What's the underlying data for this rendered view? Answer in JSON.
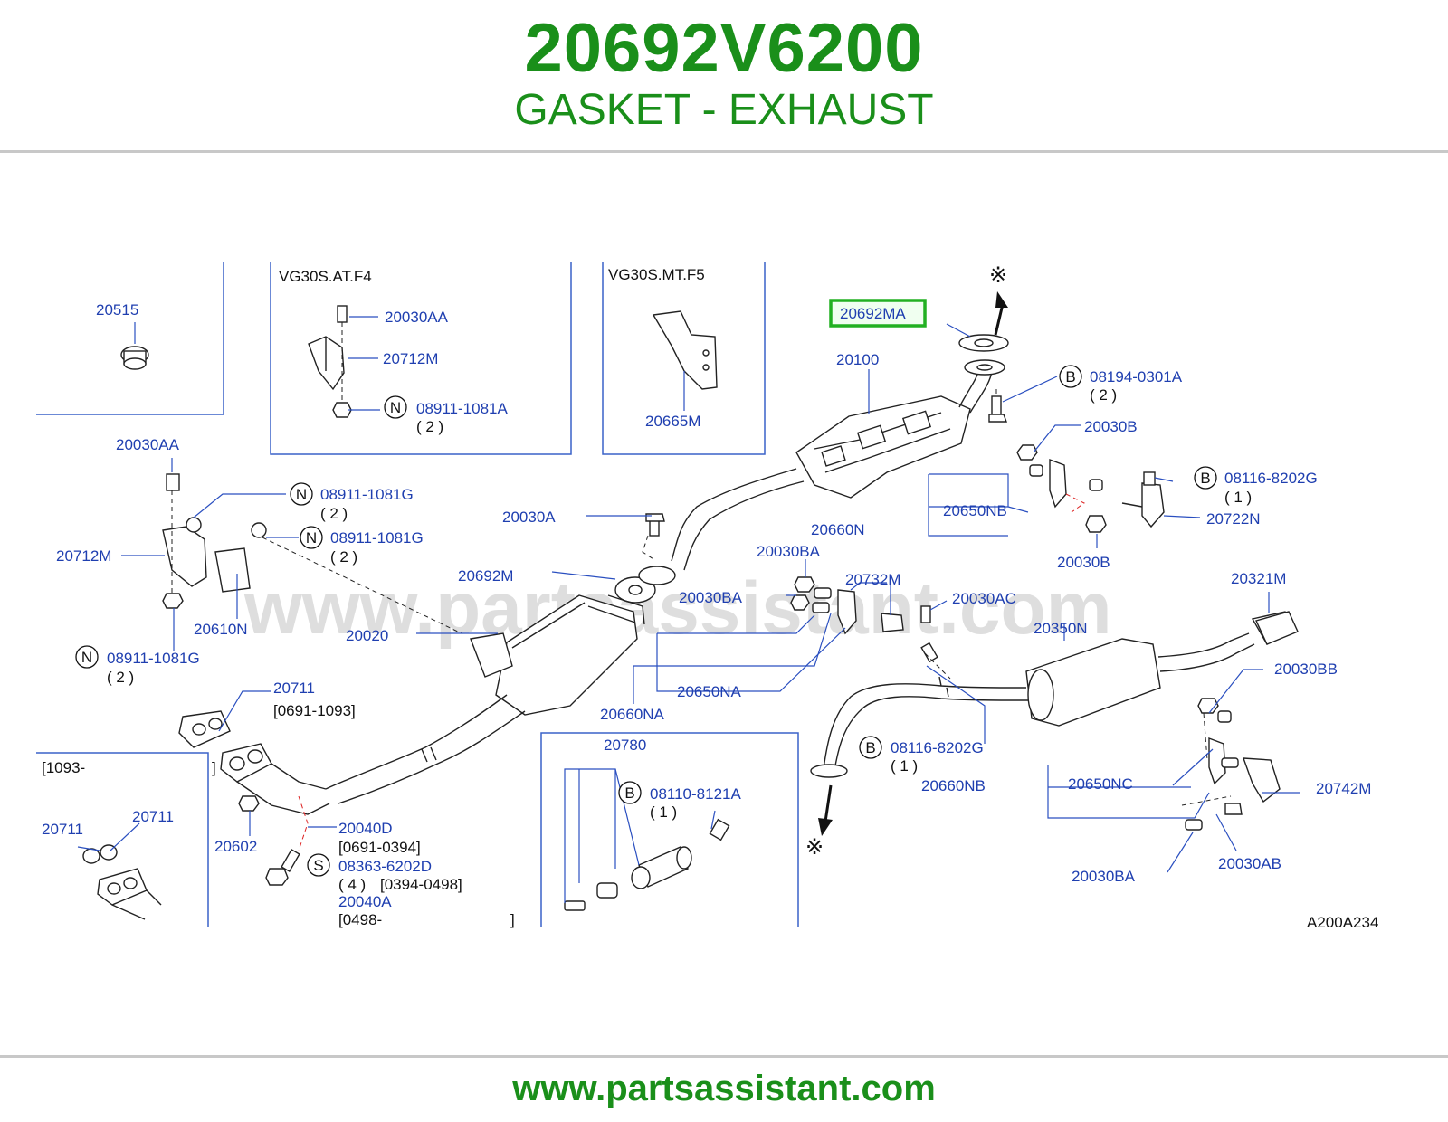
{
  "header": {
    "part_number": "20692V6200",
    "title": "GASKET - EXHAUST"
  },
  "footer": {
    "url": "www.partsassistant.com"
  },
  "watermark": "www.partsassistant.com",
  "diagram": {
    "code": "A200A234",
    "highlight_color": "#22b022",
    "variants": {
      "at": "VG30S.AT.F4",
      "mt": "VG30S.MT.F5"
    },
    "ref_mark": "※",
    "labels": {
      "p20515": "20515",
      "p20030AA_a": "20030AA",
      "p20712M_a": "20712M",
      "p08911_1081A": "08911-1081A",
      "q_081A": "( 2 )",
      "p20665M": "20665M",
      "p20692MA": "20692MA",
      "p20100": "20100",
      "p08194_0301A": "08194-0301A",
      "q_0301A": "( 2 )",
      "p20030B_a": "20030B",
      "p20030AA_b": "20030AA",
      "p08911_1081G_a": "08911-1081G",
      "q_081G_a": "( 2 )",
      "p08911_1081G_b": "08911-1081G",
      "q_081G_b": "( 2 )",
      "p20712M_b": "20712M",
      "p20030A": "20030A",
      "p20650NB_a": "20650NB",
      "p20660N": "20660N",
      "p08116_8202G_a": "08116-8202G",
      "q_8202G_a": "( 1 )",
      "p20722N": "20722N",
      "p20030BA_a": "20030BA",
      "p20030B_b": "20030B",
      "p20692M": "20692M",
      "p20732M": "20732M",
      "p20321M": "20321M",
      "p20030BA_b": "20030BA",
      "p20030AC": "20030AC",
      "p20610N": "20610N",
      "p20020": "20020",
      "p20350N": "20350N",
      "p08911_1081G_c": "08911-1081G",
      "q_081G_c": "( 2 )",
      "p20650NA": "20650NA",
      "p20030BB": "20030BB",
      "p20711_a": "20711",
      "d_0691_1093": "[0691-1093]",
      "p20660NA": "20660NA",
      "p20780": "20780",
      "p08116_8202G_b": "08116-8202G",
      "q_8202G_b": "( 1 )",
      "d_1093": "[1093-",
      "d_1093_end": "]",
      "p20660NB": "20660NB",
      "p20650NC": "20650NC",
      "p20742M": "20742M",
      "p08110_8121A": "08110-8121A",
      "q_8121A": "( 1 )",
      "p20711_b": "20711",
      "p20711_c": "20711",
      "p20040D": "20040D",
      "d_0691_0394": "[0691-0394]",
      "p20602": "20602",
      "p08363_6202D": "08363-6202D",
      "q_6202D": "( 4 )",
      "d_0394_0498": "[0394-0498]",
      "p20040A": "20040A",
      "d_0498": "[0498-",
      "d_0498_end": "]",
      "p20030BA_c": "20030BA",
      "p20030AB": "20030AB"
    },
    "symbols": {
      "n": "N",
      "b": "B",
      "s": "S"
    }
  }
}
